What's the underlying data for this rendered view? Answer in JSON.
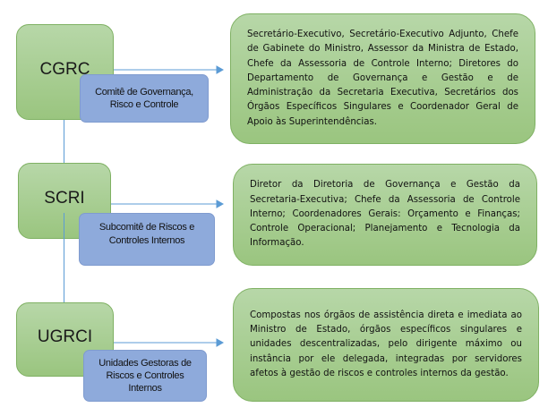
{
  "rows": [
    {
      "code": "CGRC",
      "name": "Comitê de Governança, Risco e Controle",
      "description": "Secretário-Executivo, Secretário-Executivo Adjunto, Chefe de Gabinete do Ministro, Assessor da Ministra de Estado, Chefe da Assessoria de Controle Interno; Diretores do Departamento de Governança e Gestão e de Administração da Secretaria Executiva, Secretários dos Órgãos Específicos Singulares e Coordenador Geral de Apoio às Superintendências."
    },
    {
      "code": "SCRI",
      "name": "Subcomitê de Riscos e Controles Internos",
      "description": "Diretor da Diretoria de Governança e Gestão da Secretaria-Executiva; Chefe da Assessoria de Controle Interno; Coordenadores Gerais: Orçamento e Finanças; Controle Operacional; Planejamento e Tecnologia da Informação."
    },
    {
      "code": "UGRCI",
      "name": "Unidades Gestoras de Riscos e Controles Internos",
      "description": "Compostas nos órgãos de assistência direta e imediata ao Ministro de Estado, órgãos específicos singulares e unidades descentralizadas, pelo dirigente máximo ou instância por ele delegada, integradas por servidores afetos à gestão de riscos e controles internos da gestão."
    }
  ]
}
